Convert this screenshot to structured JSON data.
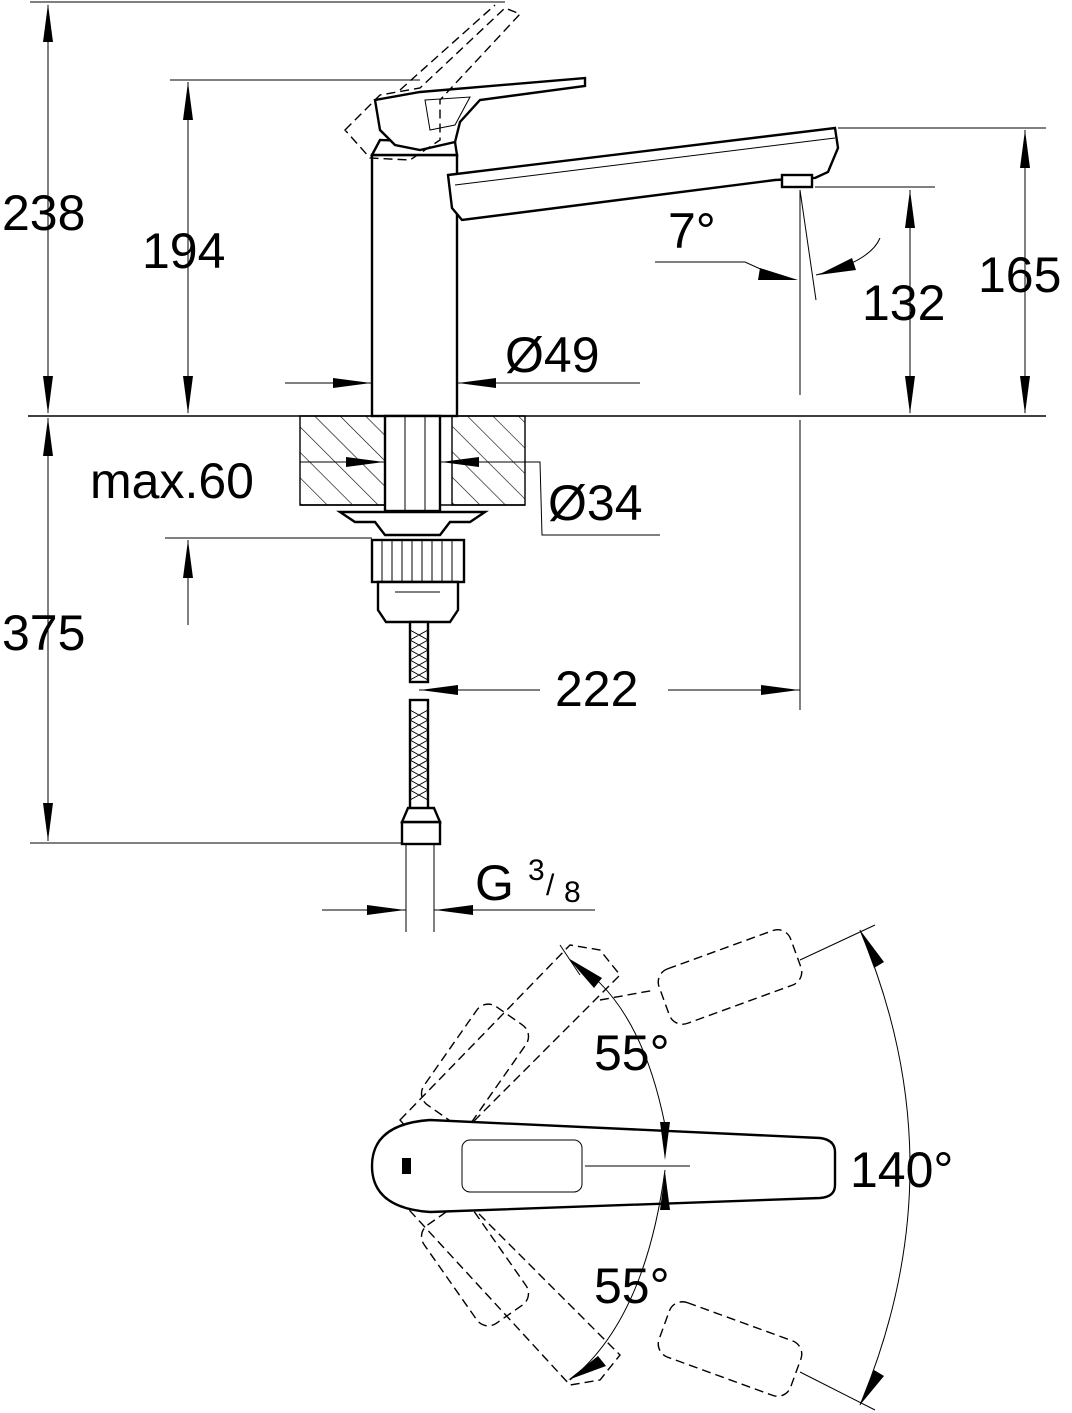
{
  "side_view": {
    "total_height": "238",
    "lever_height": "194",
    "spout_height": "165",
    "outlet_height": "132",
    "spout_tilt": "7°",
    "body_diameter": "Ø49",
    "shank_diameter": "Ø34",
    "max_deck_thickness": "max.60",
    "hose_length": "375",
    "spout_reach": "222",
    "connection_thread": "G",
    "connection_size_num": "3",
    "connection_size_den": "8"
  },
  "top_view": {
    "lever_angle_upper": "55°",
    "lever_angle_lower": "55°",
    "lever_angle_total": "140°"
  }
}
